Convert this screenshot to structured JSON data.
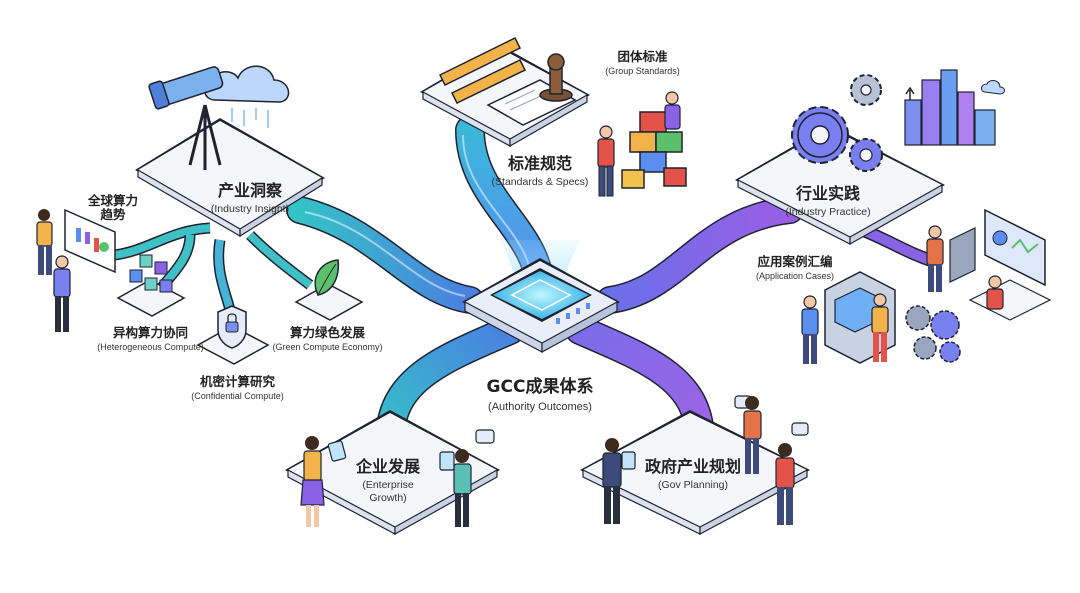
{
  "center": {
    "title": "GCC成果体系",
    "subtitle": "(Authority Outcomes)"
  },
  "hubs": {
    "insight": {
      "title": "产业洞察",
      "subtitle": "(Industry Insight)"
    },
    "standards": {
      "title": "标准规范",
      "subtitle": "(Standards & Specs)"
    },
    "practice": {
      "title": "行业实践",
      "subtitle": "(Industry Practice)"
    },
    "enterprise": {
      "title": "企业发展",
      "subtitle_line1": "(Enterprise",
      "subtitle_line2": "Growth)"
    },
    "gov": {
      "title": "政府产业规划",
      "subtitle": "(Gov Planning)"
    }
  },
  "subs": {
    "trends": {
      "title_line1": "全球算力",
      "title_line2": "趋势"
    },
    "hetero": {
      "title": "异构算力协同",
      "subtitle": "(Heterogeneous Compute)"
    },
    "confidential": {
      "title": "机密计算研究",
      "subtitle": "(Confidential Compute)"
    },
    "green": {
      "title": "算力绿色发展",
      "subtitle": "(Green Compute Economy)"
    },
    "group_std": {
      "title": "团体标准",
      "subtitle": "(Group Standards)"
    },
    "cases": {
      "title": "应用案例汇编",
      "subtitle": "(Application Cases)"
    }
  },
  "colors": {
    "flow_teal": "#33c2c9",
    "flow_blue": "#4a7fe0",
    "flow_purple": "#8a5ce6",
    "platform": "#f3f5f9",
    "outline": "#1f2330",
    "chip_glow": "#6fe8ff"
  },
  "icons": [
    "telescope-icon",
    "cloud-icon",
    "ruler-icon",
    "stamp-icon",
    "document-icon",
    "building-blocks-icon",
    "gear-icon",
    "city-icon",
    "chip-icon",
    "lock-shield-icon",
    "leaf-icon",
    "cubes-icon",
    "chart-board-icon",
    "tablet-icon",
    "chat-bubble-icon",
    "computer-monitor-icon",
    "machine-icon"
  ]
}
